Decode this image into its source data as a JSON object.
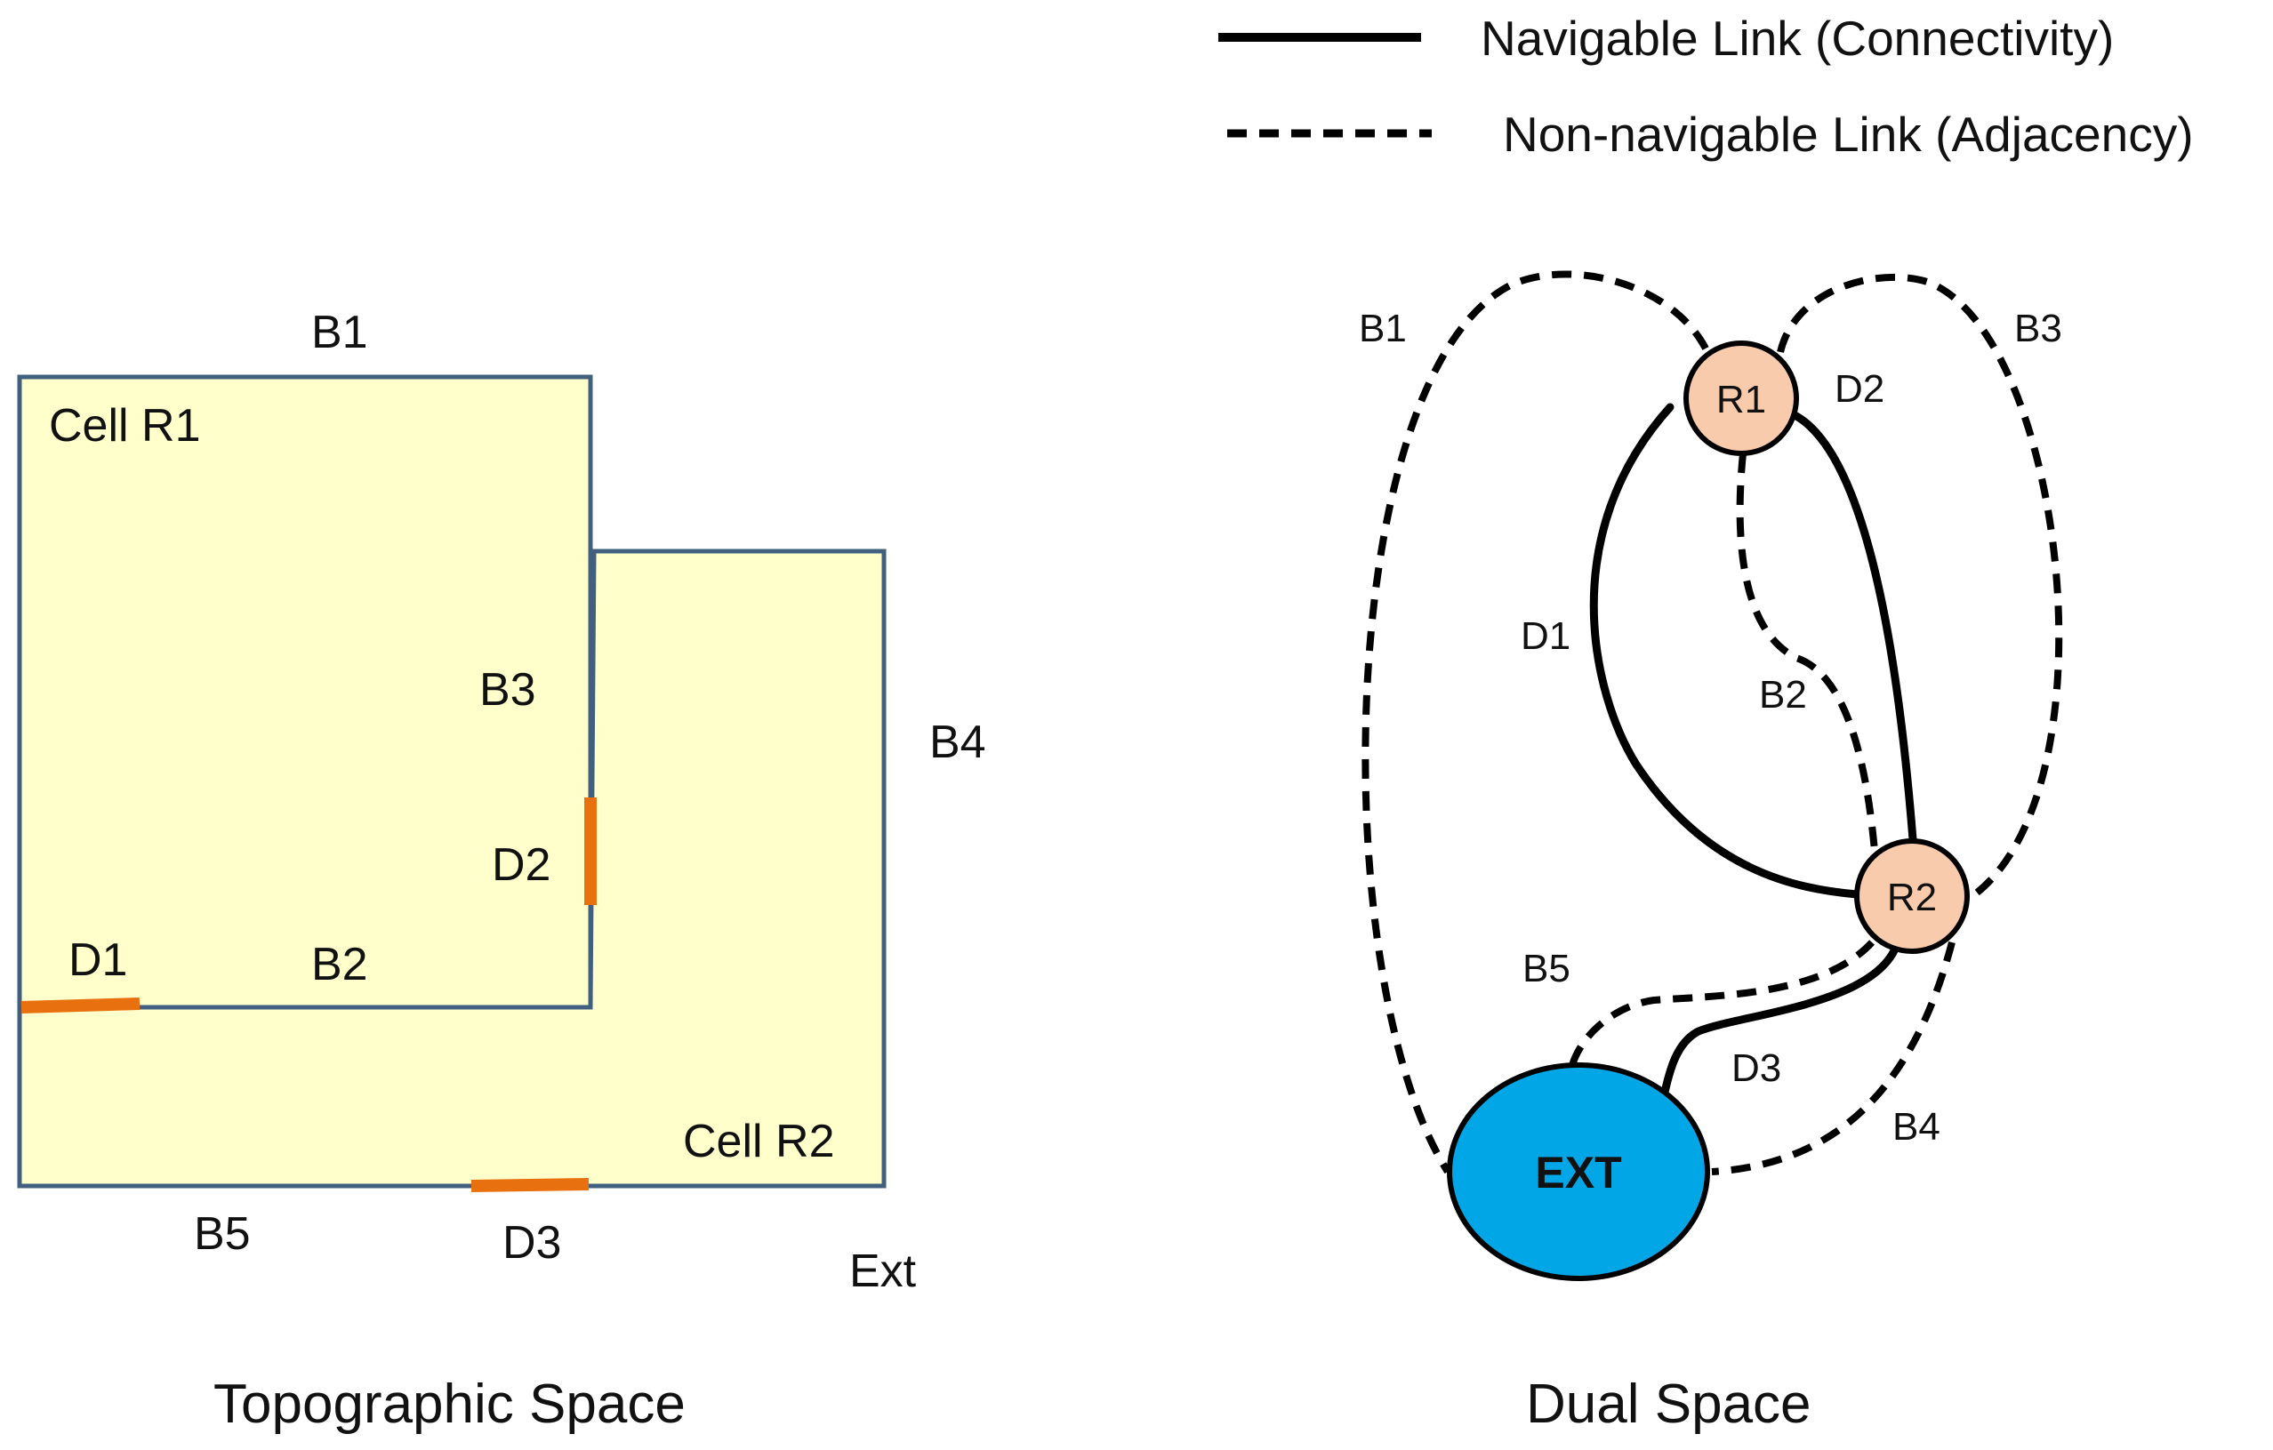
{
  "legend": {
    "navigable": "Navigable Link (Connectivity)",
    "non_navigable": "Non-navigable Link (Adjacency)"
  },
  "colors": {
    "cell_fill": "#FFFFCC",
    "cell_border": "#41607F",
    "door": "#E8700F",
    "room_node": "#F8CBAD",
    "ext_node": "#00A6E6",
    "link": "#000000"
  },
  "topographic": {
    "title": "Topographic Space",
    "cell_r1": "Cell R1",
    "cell_r2": "Cell R2",
    "boundaries": {
      "b1": "B1",
      "b2": "B2",
      "b3": "B3",
      "b4": "B4",
      "b5": "B5"
    },
    "doors": {
      "d1": "D1",
      "d2": "D2",
      "d3": "D3"
    },
    "exterior": "Ext"
  },
  "dual": {
    "title": "Dual Space",
    "nodes": {
      "r1": "R1",
      "r2": "R2",
      "ext": "EXT"
    },
    "links": {
      "b1": "B1",
      "b2": "B2",
      "b3": "B3",
      "b4": "B4",
      "b5": "B5",
      "d1": "D1",
      "d2": "D2",
      "d3": "D3"
    }
  }
}
